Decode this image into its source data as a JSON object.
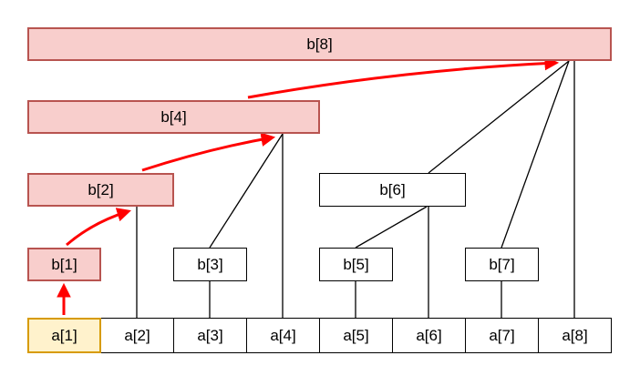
{
  "nodes": {
    "b1": {
      "label": "b[1]",
      "filled": true
    },
    "b2": {
      "label": "b[2]",
      "filled": true
    },
    "b3": {
      "label": "b[3]",
      "filled": false
    },
    "b4": {
      "label": "b[4]",
      "filled": true
    },
    "b5": {
      "label": "b[5]",
      "filled": false
    },
    "b6": {
      "label": "b[6]",
      "filled": false
    },
    "b7": {
      "label": "b[7]",
      "filled": false
    },
    "b8": {
      "label": "b[8]",
      "filled": true
    }
  },
  "cells": [
    {
      "label": "a[1]",
      "highlighted": true
    },
    {
      "label": "a[2]",
      "highlighted": false
    },
    {
      "label": "a[3]",
      "highlighted": false
    },
    {
      "label": "a[4]",
      "highlighted": false
    },
    {
      "label": "a[5]",
      "highlighted": false
    },
    {
      "label": "a[6]",
      "highlighted": false
    },
    {
      "label": "a[7]",
      "highlighted": false
    },
    {
      "label": "a[8]",
      "highlighted": false
    }
  ],
  "colors": {
    "node_fill_pink": "#f8cecc",
    "node_border_red": "#b85450",
    "cell_fill_yellow": "#fff2cc",
    "cell_border_orange": "#d79b00",
    "arrow_red": "#ff0000",
    "line_black": "#000000"
  }
}
